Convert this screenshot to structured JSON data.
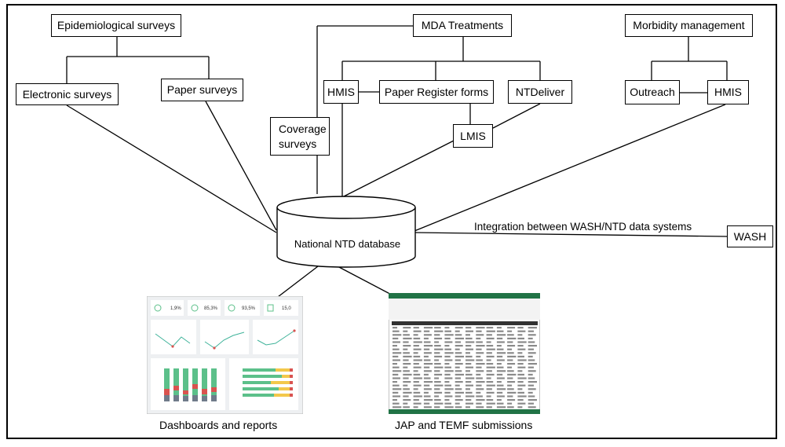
{
  "nodes": {
    "epi_surveys": "Epidemiological surveys",
    "electronic_surveys": "Electronic surveys",
    "paper_surveys": "Paper surveys",
    "mda_treatments": "MDA Treatments",
    "hmis_mda": "HMIS",
    "paper_register": "Paper Register forms",
    "ntdeliver": "NTDeliver",
    "coverage_surveys_1": "Coverage",
    "coverage_surveys_2": "surveys",
    "lmis": "LMIS",
    "morbidity": "Morbidity management",
    "outreach": "Outreach",
    "hmis_morbidity": "HMIS",
    "database": "National NTD database",
    "wash": "WASH"
  },
  "edge_labels": {
    "wash_integration": "Integration between WASH/NTD data systems"
  },
  "outputs": {
    "dashboards": "Dashboards and reports",
    "jap_temf": "JAP and TEMF submissions"
  },
  "dashboard_thumb": {
    "kpi_values": [
      "1,9%",
      "85,3%",
      "93,5%",
      "15,0"
    ],
    "colors": {
      "green": "#5cc08a",
      "red": "#d9534f",
      "yellow": "#f3c84b",
      "grey": "#6f7b8a",
      "teal": "#3fb39a"
    }
  },
  "spreadsheet_thumb": {
    "colors": {
      "ribbon": "#217346",
      "grid": "#c9c9c9"
    }
  }
}
